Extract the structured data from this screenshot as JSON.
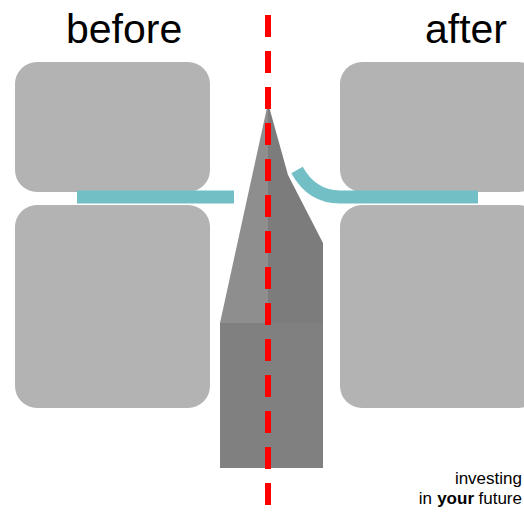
{
  "diagram": {
    "labels": [
      "before",
      "after",
      "investing",
      "in",
      "your",
      "future"
    ]
  }
}
